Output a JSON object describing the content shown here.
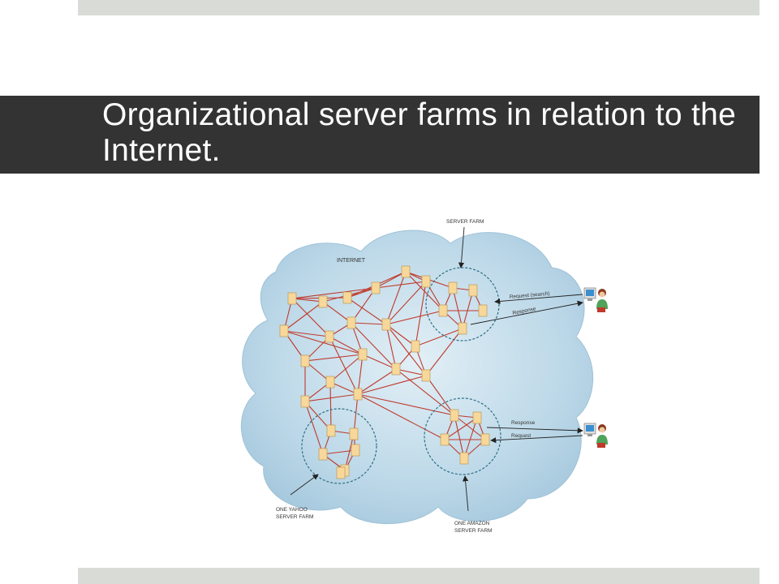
{
  "slide": {
    "title": "Organizational server farms in relation to the Internet."
  },
  "diagram": {
    "internet_label": "INTERNET",
    "server_farm_label": "SERVER FARM",
    "yahoo_label_line1": "ONE YAHOO",
    "yahoo_label_line2": "SERVER FARM",
    "amazon_label_line1": "ONE AMAZON",
    "amazon_label_line2": "SERVER FARM",
    "top_request_label": "Request (search)",
    "top_response_label": "Response",
    "bottom_response_label": "Response",
    "bottom_request_label": "Request",
    "colors": {
      "title_band": "#333333",
      "cloud": "#bcd8e8",
      "link": "#c0392b",
      "node_fill": "#f7d89a",
      "node_stroke": "#b89a5a",
      "farm_circle": "#2d6f86"
    }
  }
}
